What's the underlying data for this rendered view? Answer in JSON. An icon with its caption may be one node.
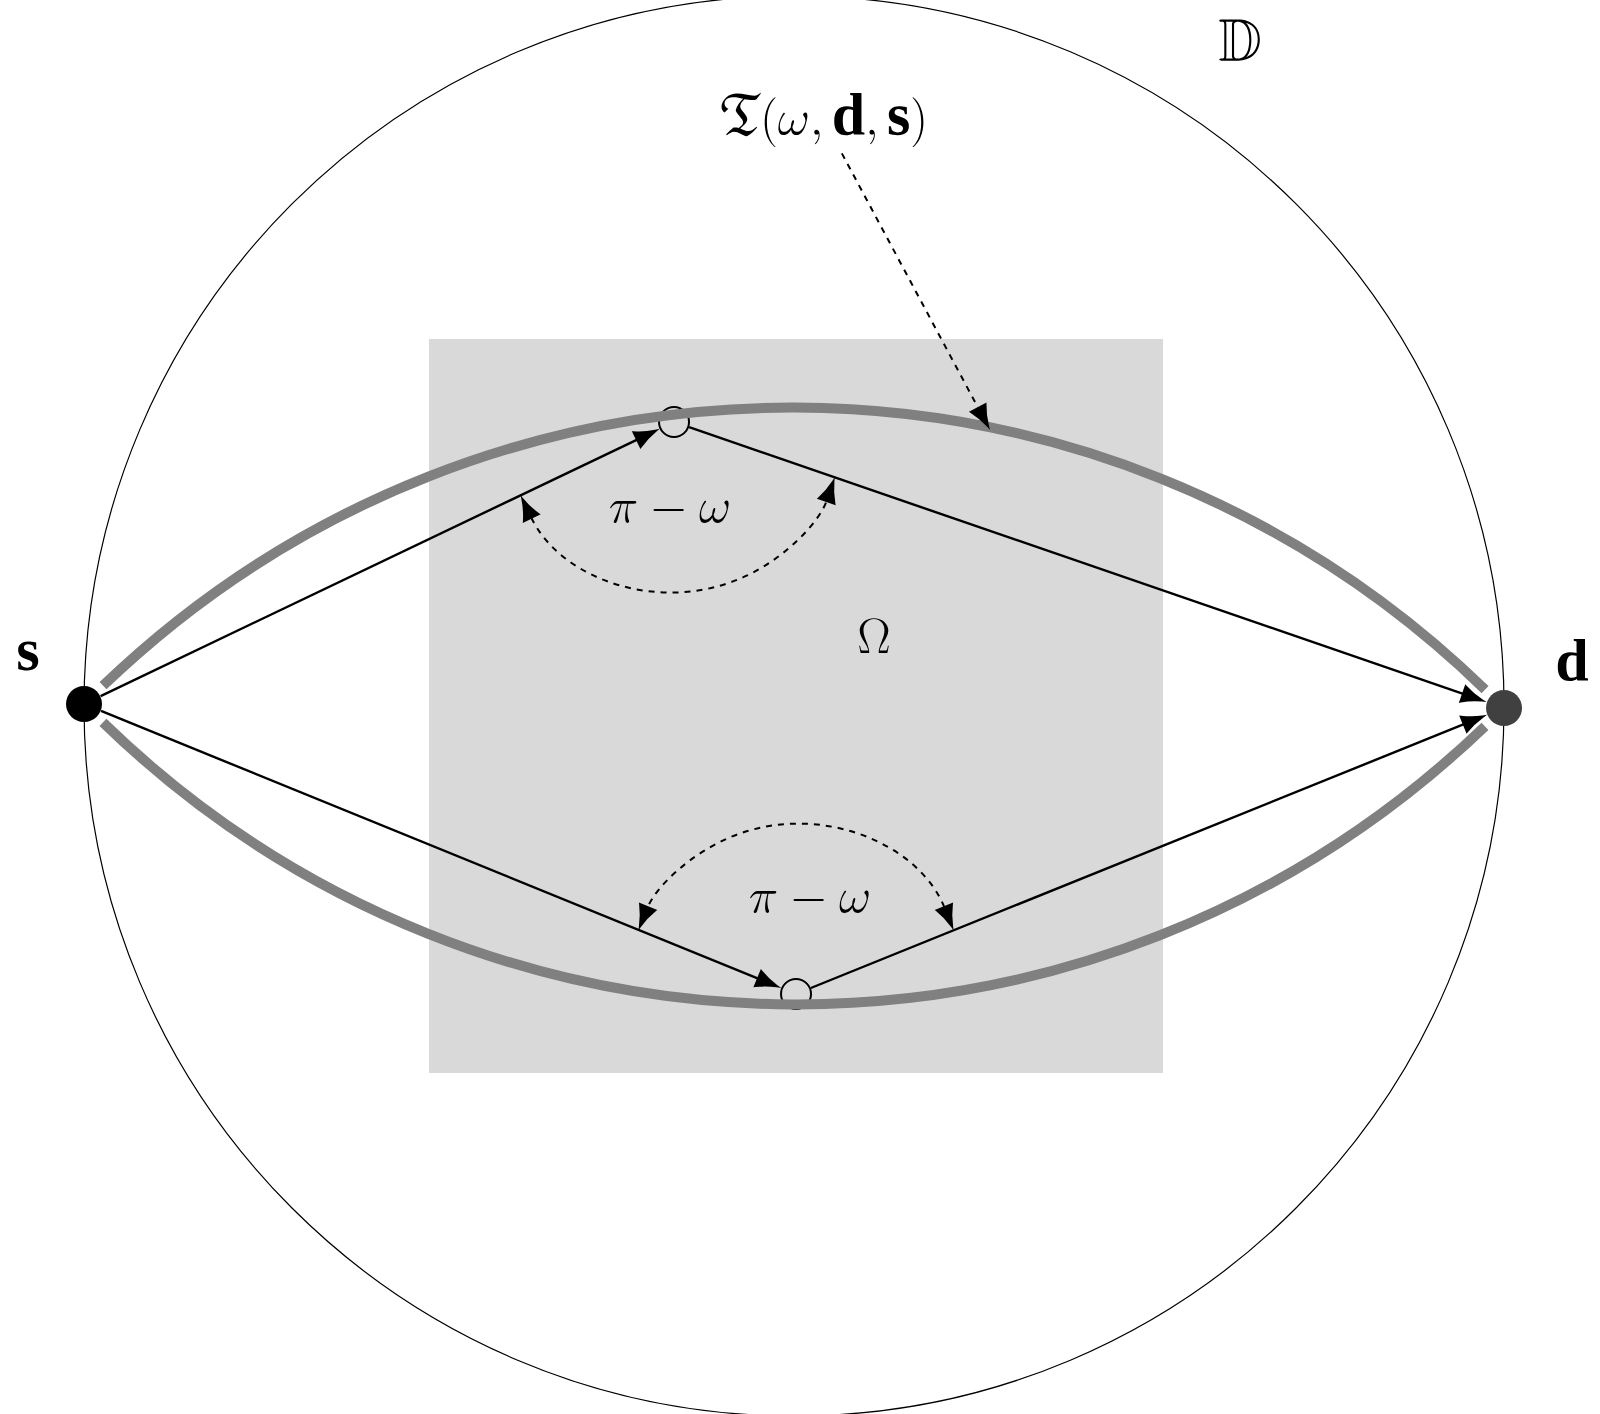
{
  "diagram": {
    "nodes": [
      {
        "text": [
          "\\mathbb{D}"
        ]
      },
      {
        "text": [
          "\\Omega"
        ],
        "in": 0
      },
      {
        "text": [
          "\\mathbf{s}"
        ]
      },
      {
        "text": [
          "\\mathbf{d}"
        ]
      },
      {
        "text": [],
        "shape": "circle",
        "in": 1
      },
      {
        "text": [],
        "shape": "circle",
        "in": 1
      },
      {
        "text": [
          "\\mathfrak{T}(\\omega,\\mathbf{d},\\mathbf{s})"
        ],
        "in": 0
      }
    ],
    "edges": [
      {
        "from": 2,
        "to": 4,
        "arrow": "to"
      },
      {
        "from": 4,
        "to": 3,
        "arrow": "to"
      },
      {
        "from": 2,
        "to": 5,
        "arrow": "to"
      },
      {
        "from": 5,
        "to": 3,
        "arrow": "to"
      },
      {
        "from": 2,
        "to": 3,
        "arrow": "none",
        "style": "thick",
        "color": "#808080"
      },
      {
        "from": 2,
        "to": 3,
        "arrow": "none",
        "style": "thick",
        "color": "#808080"
      },
      {
        "from": 6,
        "to": null,
        "arrow": "to",
        "style": "dashed"
      }
    ],
    "labels": [
      "\\pi-\\omega",
      "\\pi-\\omega"
    ]
  }
}
